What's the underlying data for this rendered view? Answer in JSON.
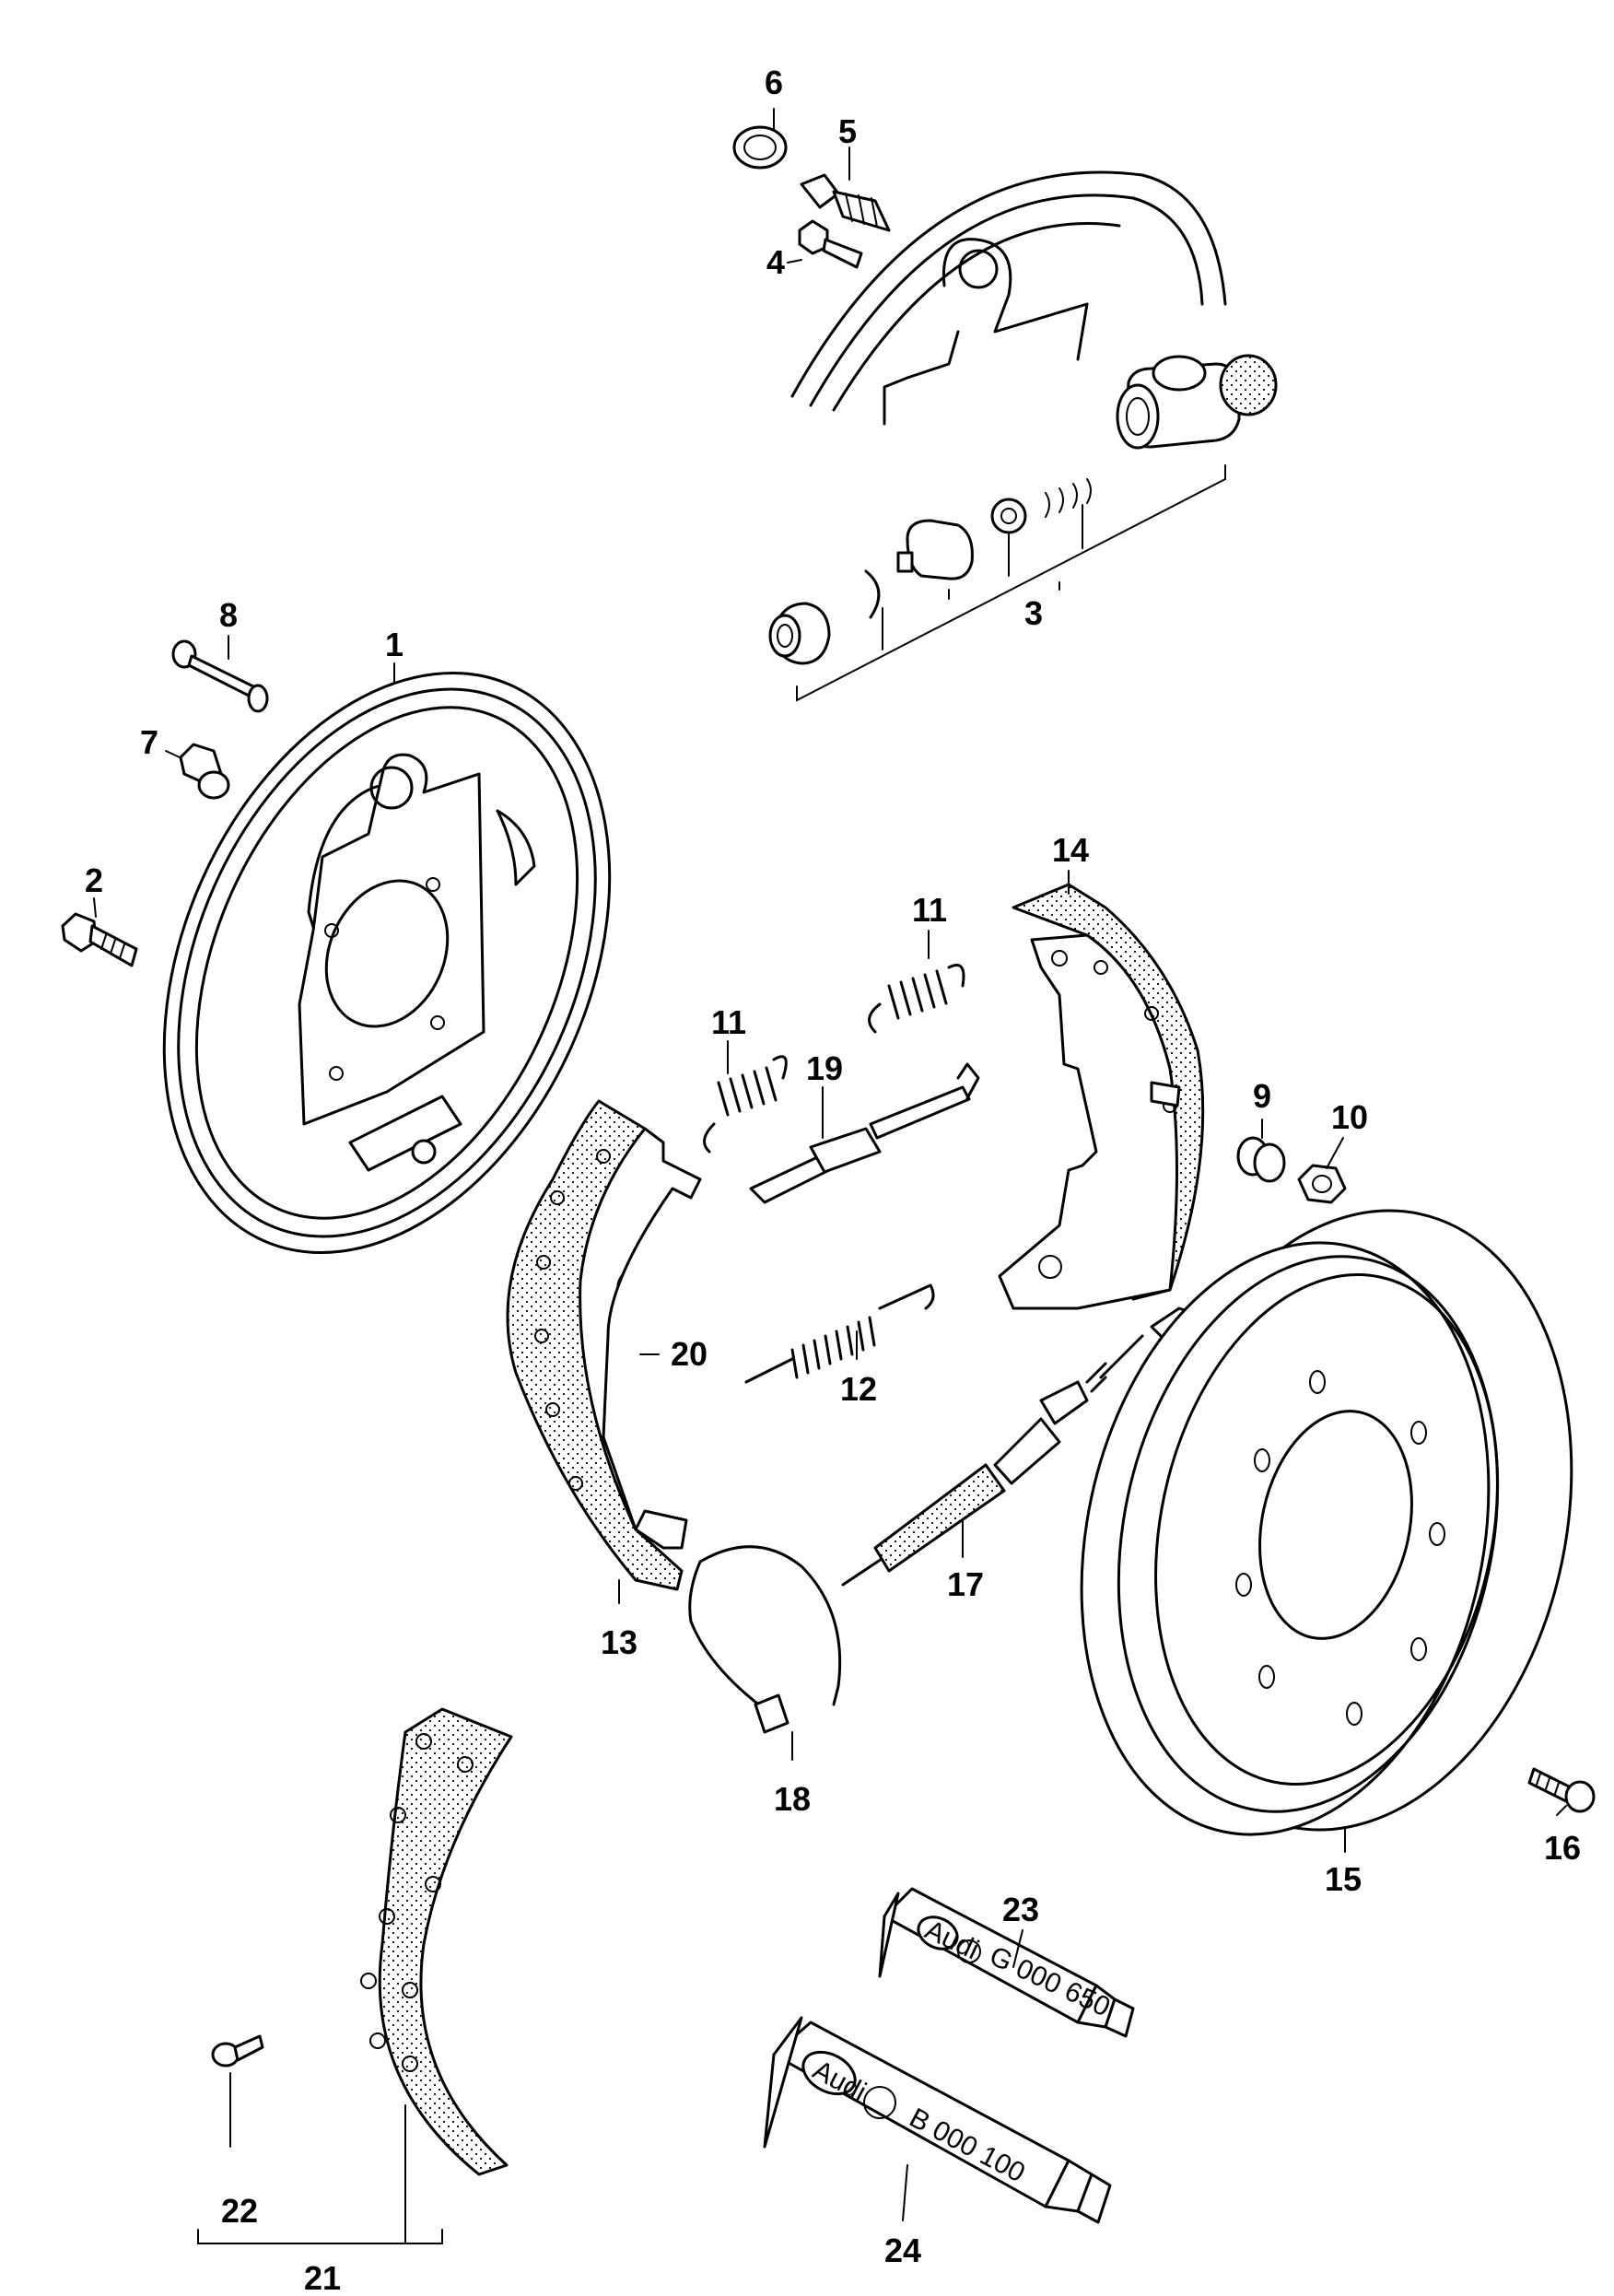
{
  "labels": {
    "p1": "1",
    "p2": "2",
    "p3": "3",
    "p4": "4",
    "p5": "5",
    "p6": "6",
    "p7": "7",
    "p8": "8",
    "p9": "9",
    "p10": "10",
    "p11a": "11",
    "p11b": "11",
    "p12": "12",
    "p13": "13",
    "p14": "14",
    "p15": "15",
    "p16": "16",
    "p17": "17",
    "p18": "18",
    "p19": "19",
    "p20": "20",
    "p21": "21",
    "p22": "22",
    "p23": "23",
    "p24": "24"
  },
  "tubes": {
    "t23_brand": "Audi",
    "t23_code": "G 000 650",
    "t24_brand": "Audi",
    "t24_code": "B 000 100"
  }
}
